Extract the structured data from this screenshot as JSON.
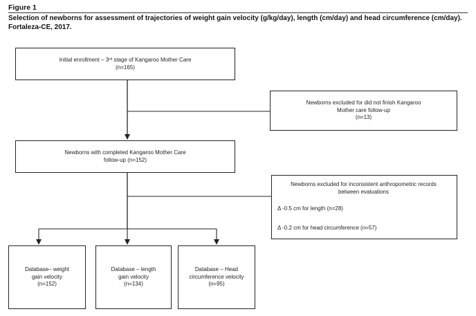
{
  "figure": {
    "label": "Figure 1",
    "caption_line1": "Selection of newborns for assessment of trajectories of weight gain velocity (g/kg/day), length (cm/day) and head circumference (cm/day).",
    "caption_line2": "Fortaleza-CE, 2017."
  },
  "boxes": {
    "initial": {
      "line1": "Initial enrollment – 3ʳᵈ stage of Kangaroo Mother Care",
      "line2": "(n=165)"
    },
    "excluded_followup": {
      "line1": "Newborns excluded for did not finish Kangaroo",
      "line2": "Mother care follow-up",
      "line3": "(n=13)"
    },
    "completed": {
      "line1": "Newborns with completed Kangaroo Mother Care",
      "line2": "follow-up (n=152)"
    },
    "excluded_anthro": {
      "line1": "Newborns excluded for inconsistent anthropometric records",
      "line2": "between evaluations",
      "criterion1": "Δ -0.5 cm for length (n=28)",
      "criterion2": "Δ -0.2 cm for head circumference (n=57)"
    },
    "db_weight": {
      "line1": "Database– weight",
      "line2": "gain velocity",
      "line3": "(n=152)"
    },
    "db_length": {
      "line1": "Database – length",
      "line2": "gain velocity",
      "line3": "(n=134)"
    },
    "db_head": {
      "line1": "Database – Head",
      "line2": "circumference velocity",
      "line3": "(n=95)"
    }
  }
}
